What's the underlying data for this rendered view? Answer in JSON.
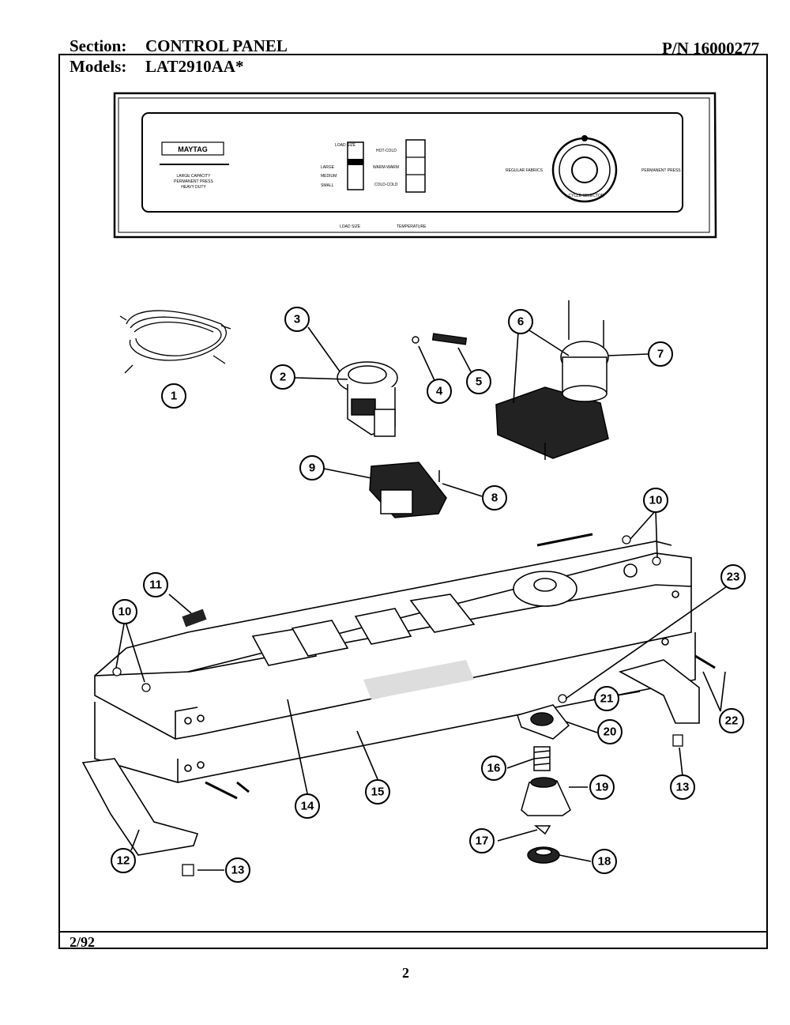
{
  "header": {
    "section_label": "Section:",
    "section_value": "CONTROL PANEL",
    "part_number": "P/N 16000277",
    "models_label": "Models:",
    "models_value": "LAT2910AA*"
  },
  "panel": {
    "brand": "MAYTAG",
    "feature_lines": [
      "LARGE CAPACITY",
      "PERMANENT PRESS",
      "HEAVY DUTY"
    ],
    "load_size_label": "LOAD SIZE",
    "load_size_options": [
      "LARGE",
      "MEDIUM",
      "SMALL"
    ],
    "temp_options": [
      "HOT-COLD",
      "WARM-WARM",
      "COLD-COLD"
    ],
    "bottom_labels": [
      "LOAD SIZE",
      "TEMPERATURE"
    ],
    "dial_left_label": "REGULAR FABRICS",
    "dial_right_label": "PERMANENT PRESS",
    "dial_bottom_label": "CYCLE SELECTOR"
  },
  "callouts": [
    "1",
    "2",
    "3",
    "4",
    "5",
    "6",
    "7",
    "8",
    "9",
    "10",
    "10",
    "11",
    "12",
    "13",
    "13",
    "14",
    "15",
    "16",
    "17",
    "18",
    "19",
    "20",
    "21",
    "22",
    "23"
  ],
  "footer": {
    "date": "2/92",
    "page": "2"
  }
}
